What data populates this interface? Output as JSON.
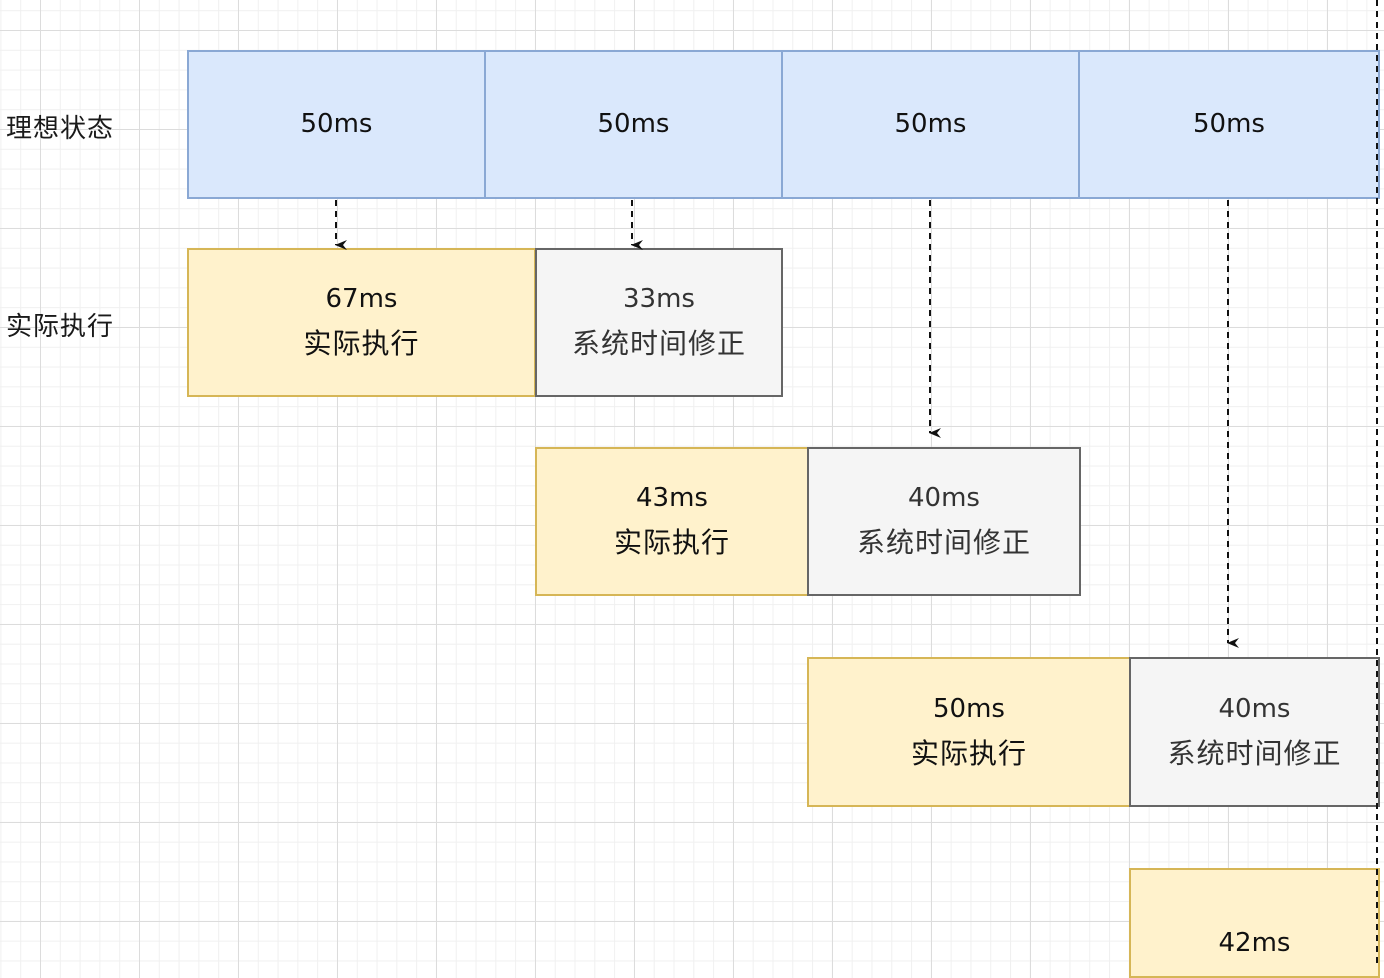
{
  "row_labels": {
    "ideal": "理想状态",
    "actual": "实际执行"
  },
  "ideal_boxes": [
    {
      "value": "50ms"
    },
    {
      "value": "50ms"
    },
    {
      "value": "50ms"
    },
    {
      "value": "50ms"
    }
  ],
  "actual_boxes": [
    {
      "value": "67ms",
      "label": "实际执行"
    },
    {
      "value": "33ms",
      "label": "系统时间修正"
    },
    {
      "value": "43ms",
      "label": "实际执行"
    },
    {
      "value": "40ms",
      "label": "系统时间修正"
    },
    {
      "value": "50ms",
      "label": "实际执行"
    },
    {
      "value": "40ms",
      "label": "系统时间修正"
    },
    {
      "value": "42ms",
      "label": ""
    }
  ],
  "colors": {
    "ideal_fill": "#dae8fc",
    "ideal_stroke": "#8aa8d4",
    "exec_fill": "#fff2cc",
    "exec_stroke": "#d6b656",
    "sys_fill": "#f5f5f5",
    "sys_stroke": "#666666"
  }
}
